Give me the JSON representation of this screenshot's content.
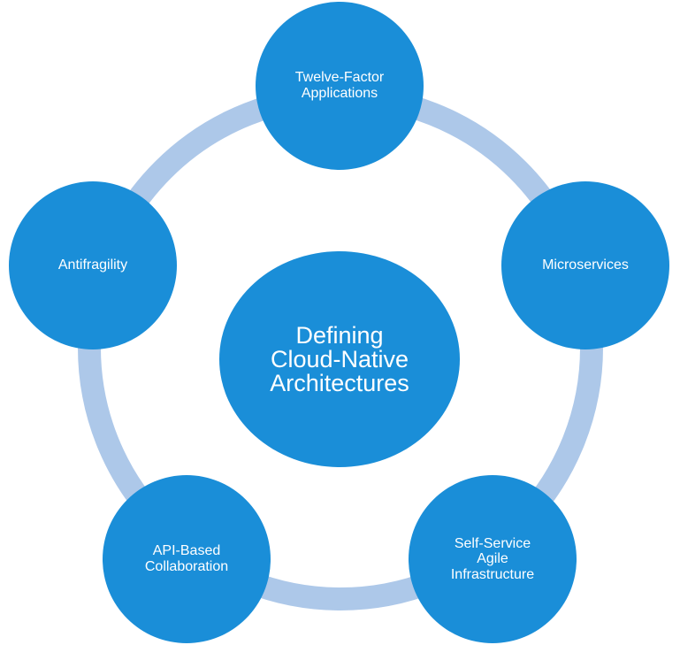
{
  "colors": {
    "circle_fill": "#1a8ed8",
    "ring": "#adc8e9",
    "text": "#ffffff",
    "background": "#ffffff"
  },
  "center": {
    "label": "Defining\nCloud-Native\nArchitectures"
  },
  "nodes": [
    {
      "label": "Twelve-Factor\nApplications"
    },
    {
      "label": "Microservices"
    },
    {
      "label": "Self-Service\nAgile\nInfrastructure"
    },
    {
      "label": "API-Based\nCollaboration"
    },
    {
      "label": "Antifragility"
    }
  ]
}
